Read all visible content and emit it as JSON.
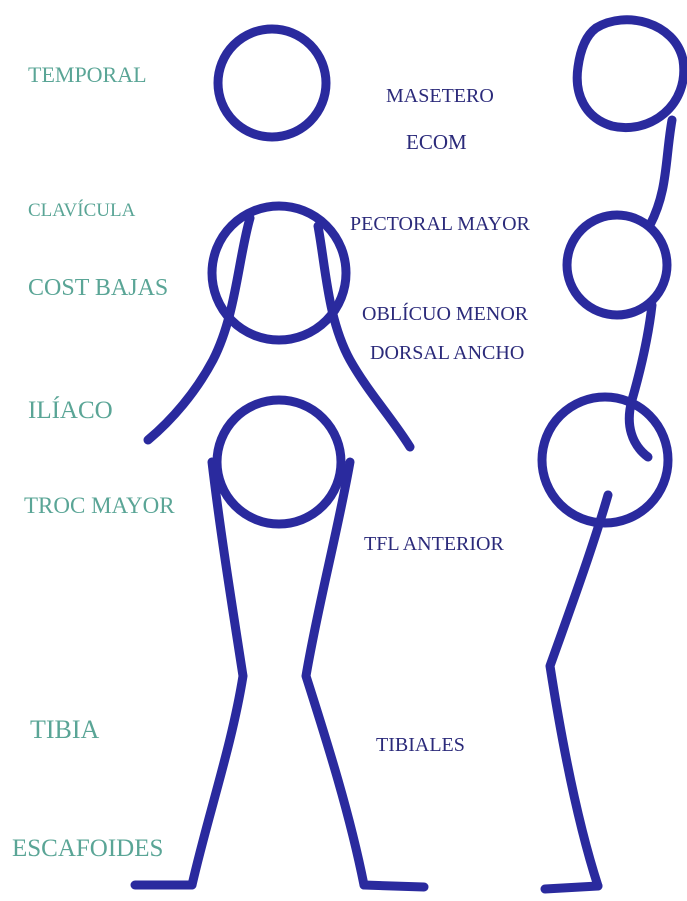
{
  "colors": {
    "stroke": "#2a2a9e",
    "bone_label": "#5aa596",
    "muscle_label": "#2b2a7a",
    "background": "#ffffff"
  },
  "bone_labels": {
    "temporal": "TEMPORAL",
    "clavicula": "CLAVÍCULA",
    "cost_bajas": "COST BAJAS",
    "iliaco": "ILÍACO",
    "troc_mayor": "TROC MAYOR",
    "tibia": "TIBIA",
    "escafoides": "ESCAFOIDES"
  },
  "muscle_labels": {
    "masetero": "MASETERO",
    "ecom": "ECOM",
    "pectoral_mayor": "PECTORAL MAYOR",
    "oblicuo_menor": "OBLÍCUO MENOR",
    "dorsal_ancho": "DORSAL ANCHO",
    "tfl_anterior": "TFL ANTERIOR",
    "tibiales": "TIBIALES"
  }
}
